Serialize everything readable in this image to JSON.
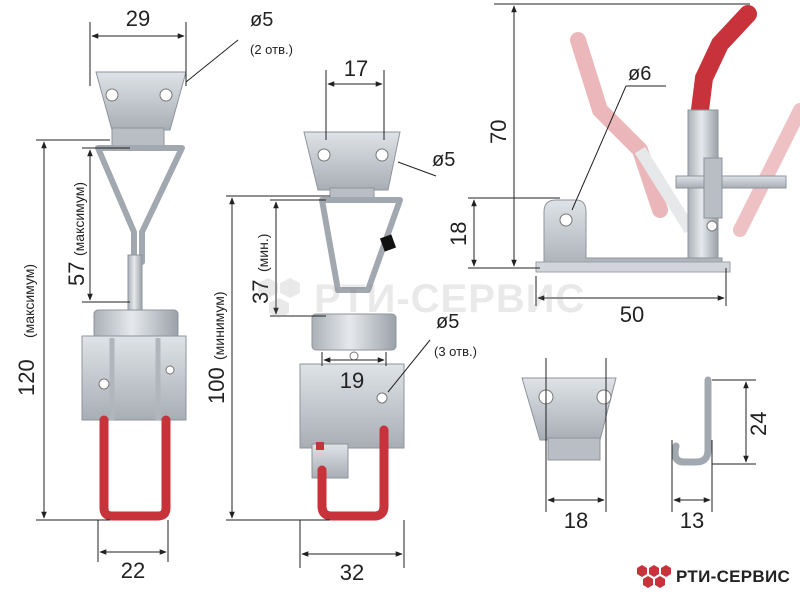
{
  "drawing": {
    "latch_a": {
      "dim_top_width": "29",
      "hole_callout": "ø5",
      "hole_note": "(2 отв.)",
      "dim_overall": "120",
      "dim_overall_note": "(максимум)",
      "dim_loop": "57",
      "dim_loop_note": "(максимум)",
      "dim_bottom_width": "22"
    },
    "latch_b": {
      "dim_top_width": "17",
      "hole_callout_top": "ø5",
      "dim_overall": "100",
      "dim_overall_note": "(минимум)",
      "dim_loop": "37",
      "dim_loop_note": "(мин.)",
      "dim_hole_spacing": "19",
      "hole_callout_base": "ø5",
      "hole_note_base": "(3 отв.)",
      "dim_bottom_width": "32"
    },
    "side_view": {
      "dim_height": "70",
      "dim_hole_height": "18",
      "hole_callout": "ø6",
      "dim_base_length": "50"
    },
    "catch_plate_front": {
      "dim_width": "18"
    },
    "catch_plate_side": {
      "dim_height": "24",
      "dim_depth": "13"
    }
  },
  "brand": {
    "name": "РТИ-СЕРВИС",
    "watermark": "РТИ-СЕРВИС"
  },
  "colors": {
    "metal": "#c9cdd2",
    "metal_dark": "#8d949c",
    "handle": "#c8323a",
    "dim_line": "#222222"
  }
}
